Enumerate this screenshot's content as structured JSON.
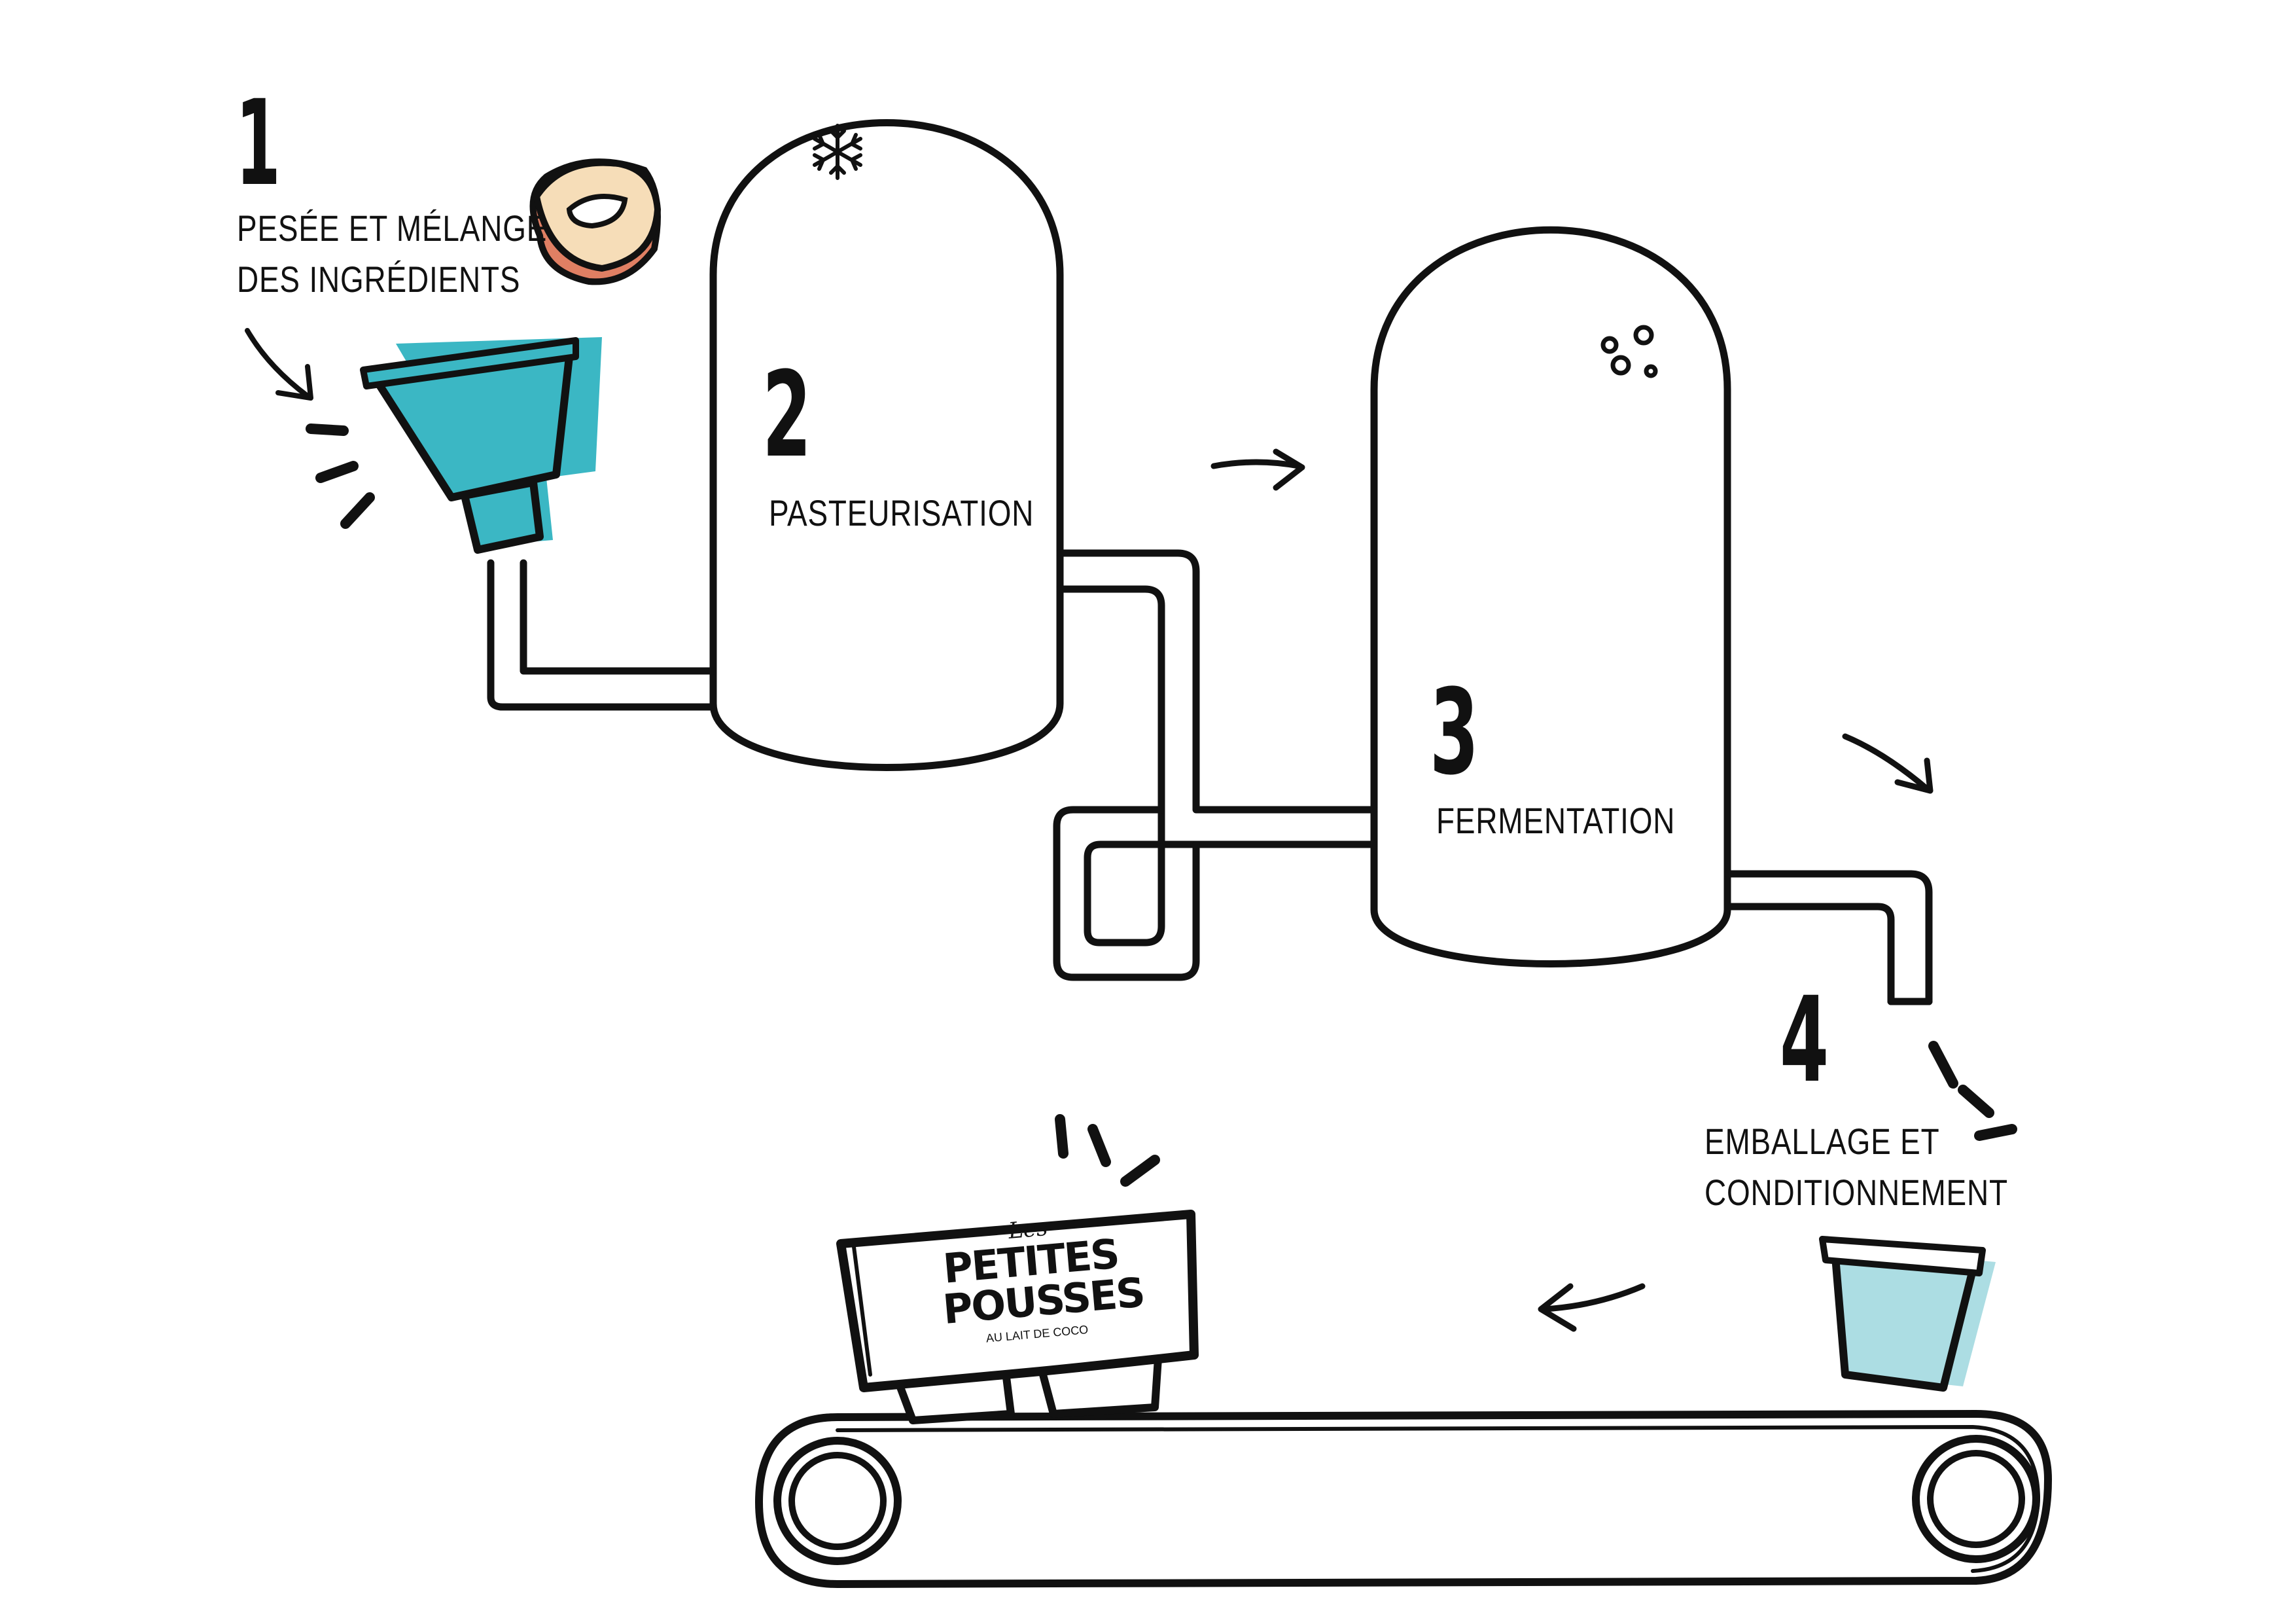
{
  "steps": [
    {
      "number": "1",
      "lines": [
        "PESÉE ET MÉLANGE",
        "DES INGRÉDIENTS"
      ]
    },
    {
      "number": "2",
      "lines": [
        "PASTEURISATION"
      ]
    },
    {
      "number": "3",
      "lines": [
        "FERMENTATION"
      ]
    },
    {
      "number": "4",
      "lines": [
        "EMBALLAGE ET",
        "CONDITIONNEMENT"
      ]
    }
  ],
  "brand": {
    "small": "Les",
    "line1": "PETITES",
    "line2": "POUSSES",
    "tagline": "AU LAIT DE COCO"
  },
  "icons": {
    "tank1": "snowflake-icon",
    "tank2": "bubbles-icon",
    "ingredient": "coconut-icon",
    "step1_container": "funnel-icon",
    "step4_container": "yogurt-cup-icon"
  },
  "colors": {
    "ink": "#111111",
    "teal": "#3bb7c4",
    "light_teal": "#acdde3",
    "coconut_flesh": "#f6ddb8",
    "coconut_shell": "#e07f63"
  }
}
